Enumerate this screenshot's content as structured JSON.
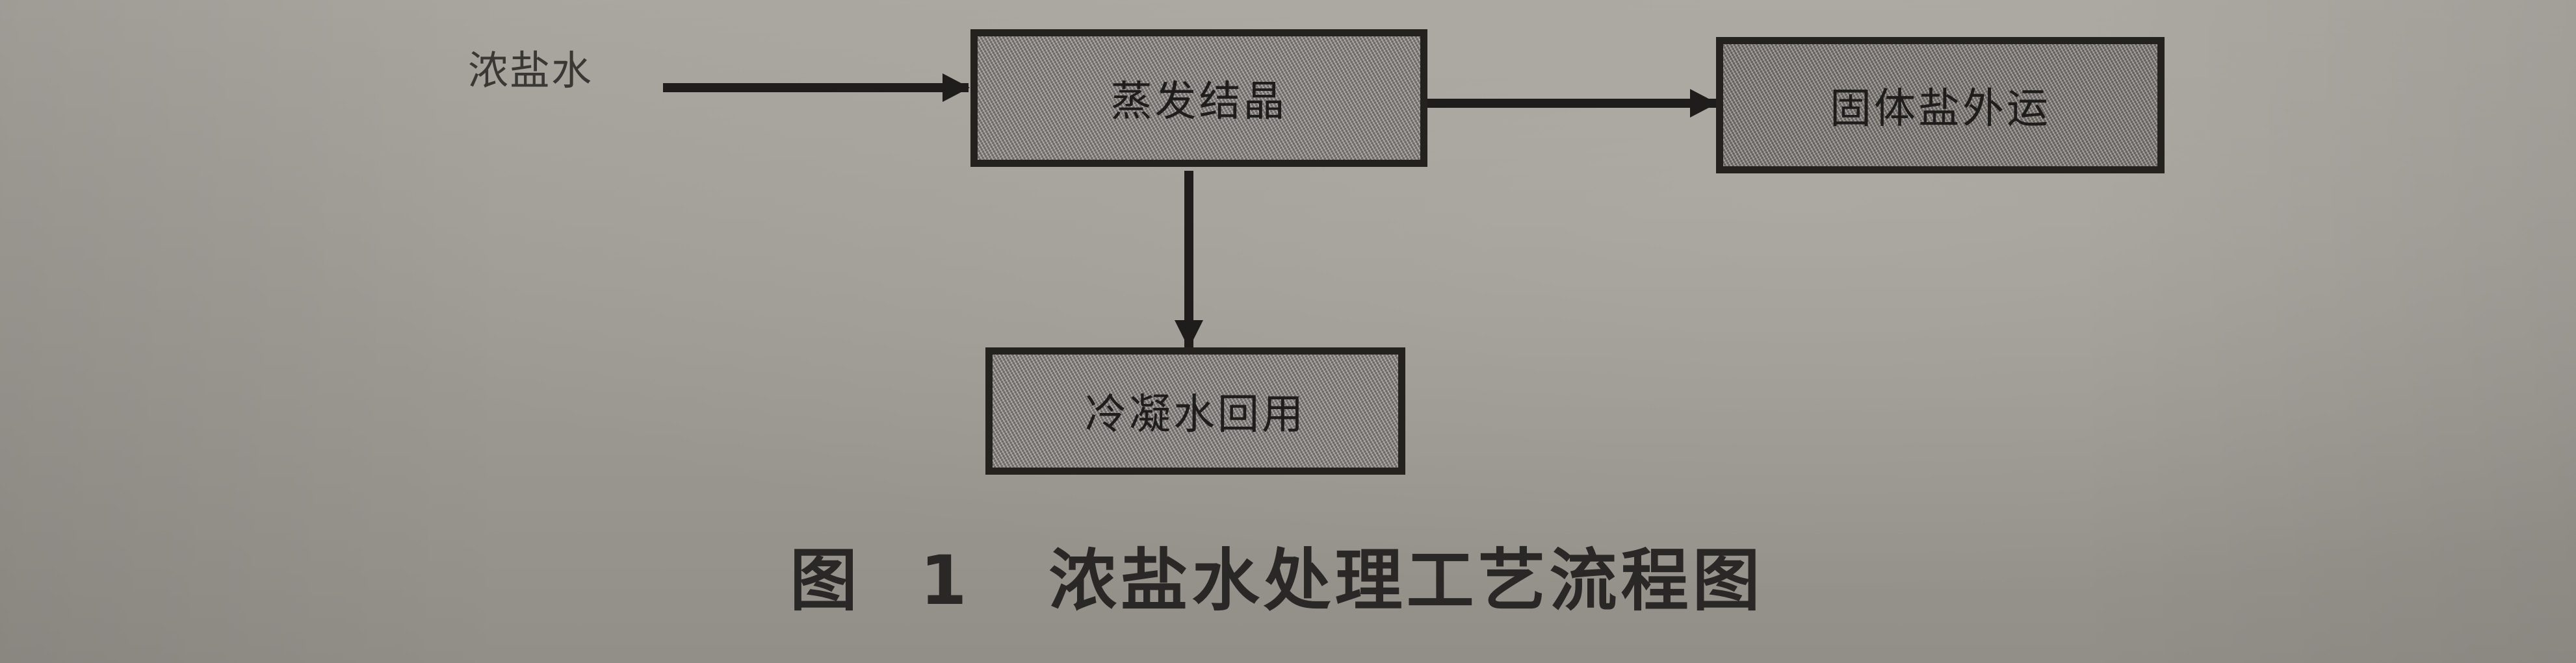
{
  "diagram": {
    "type": "process-flowchart",
    "input_label": "浓盐水",
    "nodes": [
      {
        "id": "evaporation",
        "label": "蒸发结晶"
      },
      {
        "id": "solid_salt",
        "label": "固体盐外运"
      },
      {
        "id": "condensate",
        "label": "冷凝水回用"
      }
    ],
    "edges": [
      {
        "from": "浓盐水",
        "to": "evaporation",
        "direction": "right"
      },
      {
        "from": "evaporation",
        "to": "solid_salt",
        "direction": "right"
      },
      {
        "from": "evaporation",
        "to": "condensate",
        "direction": "down"
      }
    ]
  },
  "caption": {
    "figure_number": "图 1",
    "title": "浓盐水处理工艺流程图"
  },
  "colors": {
    "paper": "#a29e98",
    "box_border": "#24221f",
    "box_fill": "#8d8984",
    "text": "#2a2826"
  }
}
